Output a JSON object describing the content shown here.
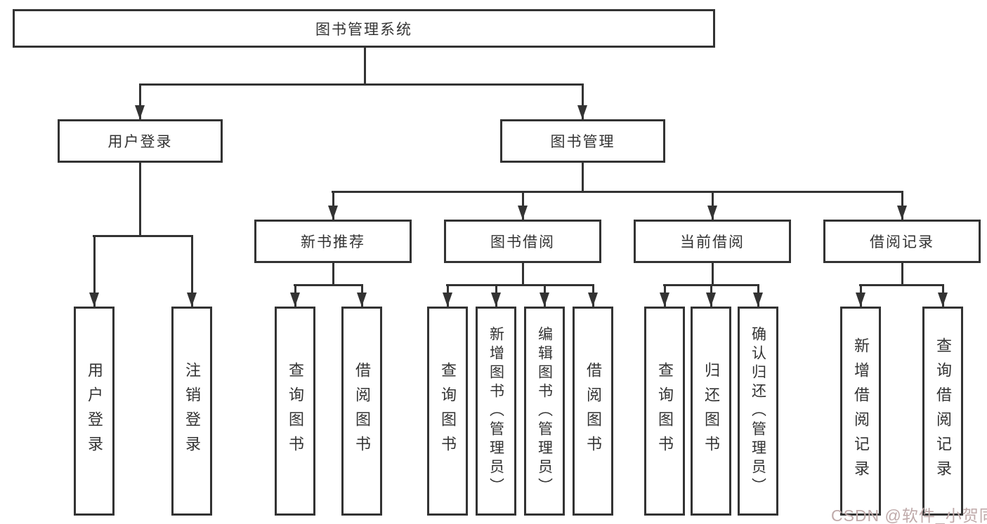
{
  "tree": {
    "root": {
      "label": "图书管理系统"
    },
    "branches": [
      {
        "label": "用户登录",
        "children": [
          {
            "label": "用户登录"
          },
          {
            "label": "注销登录"
          }
        ]
      },
      {
        "label": "图书管理",
        "groups": [
          {
            "label": "新书推荐",
            "children": [
              {
                "label": "查询图书"
              },
              {
                "label": "借阅图书"
              }
            ]
          },
          {
            "label": "图书借阅",
            "children": [
              {
                "label": "查询图书"
              },
              {
                "label": "新增图书（管理员）"
              },
              {
                "label": "编辑图书（管理员）"
              },
              {
                "label": "借阅图书"
              }
            ]
          },
          {
            "label": "当前借阅",
            "children": [
              {
                "label": "查询图书"
              },
              {
                "label": "归还图书"
              },
              {
                "label": "确认归还（管理员）"
              }
            ]
          },
          {
            "label": "借阅记录",
            "children": [
              {
                "label": "新增借阅记录"
              },
              {
                "label": "查询借阅记录"
              }
            ]
          }
        ]
      }
    ]
  },
  "watermark": {
    "text": "CSDN @软件_小贺同学",
    "color": "#bfaaaa"
  },
  "colors": {
    "line": "#333333",
    "text": "#333333",
    "background": "#ffffff",
    "box_border": "#333333"
  }
}
